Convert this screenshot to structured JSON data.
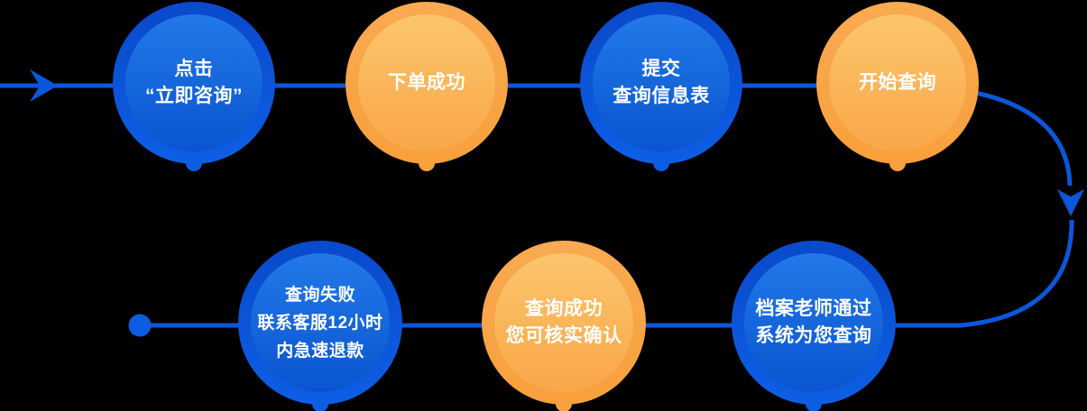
{
  "diagram": {
    "description": "process-flow-diagram",
    "background_color": "#000000",
    "connector_color": "#0b57da",
    "node_colors": {
      "blue_outer": "#0d5fe5",
      "blue_inner_top": "#2279e8",
      "blue_inner_bottom": "#0a54d0",
      "orange_outer": "#f8a03c",
      "orange_inner_top": "#fcc56c",
      "orange_inner_bottom": "#f9a748"
    },
    "steps": [
      {
        "order": 1,
        "color": "blue",
        "lines": [
          "点击",
          "“立即咨询”"
        ]
      },
      {
        "order": 2,
        "color": "orange",
        "lines": [
          "下单成功"
        ]
      },
      {
        "order": 3,
        "color": "blue",
        "lines": [
          "提交",
          "查询信息表"
        ]
      },
      {
        "order": 4,
        "color": "orange",
        "lines": [
          "开始查询"
        ]
      },
      {
        "order": 5,
        "color": "blue",
        "lines": [
          "档案老师通过",
          "系统为您查询"
        ]
      },
      {
        "order": 6,
        "color": "orange",
        "lines": [
          "查询成功",
          "您可核实确认"
        ]
      },
      {
        "order": 7,
        "color": "blue",
        "lines": [
          "查询失败",
          "联系客服12小时",
          "内急速退款"
        ]
      }
    ]
  }
}
